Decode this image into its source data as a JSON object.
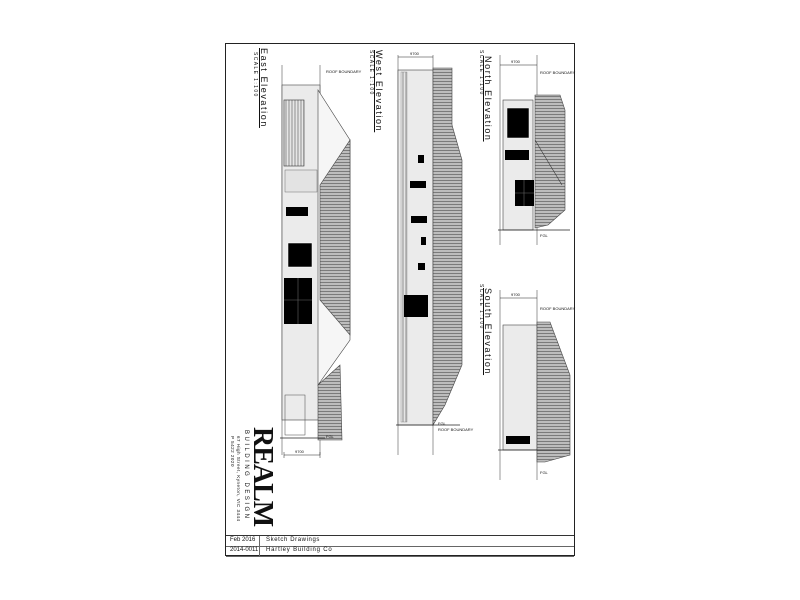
{
  "drawings": {
    "east": {
      "title": "East Elevation",
      "scale": "SCALE 1:100",
      "dim": "9700",
      "level": "FGL",
      "note": "ROOF BOUNDARY"
    },
    "west": {
      "title": "West Elevation",
      "scale": "SCALE 1:100",
      "dim": "9700",
      "level": "FGL",
      "note": "ROOF BOUNDARY"
    },
    "north": {
      "title": "North Elevation",
      "scale": "SCALE 1:100",
      "dim": "9700",
      "level": "FGL",
      "note": "ROOF BOUNDARY"
    },
    "south": {
      "title": "South Elevation",
      "scale": "SCALE 1:100",
      "dim": "9700",
      "level": "FGL",
      "note": "ROOF BOUNDARY"
    }
  },
  "branding": {
    "name": "REALM",
    "tagline": "BUILDING DESIGN",
    "address_line1": "67 High Street, Kyneton, VIC 3444",
    "address_line2": "P 5422 2020"
  },
  "title_block": {
    "date": "Feb 2016",
    "drawing_type": "Sketch Drawings",
    "job_number": "2014-0011",
    "client": "Hartley Building Co"
  }
}
